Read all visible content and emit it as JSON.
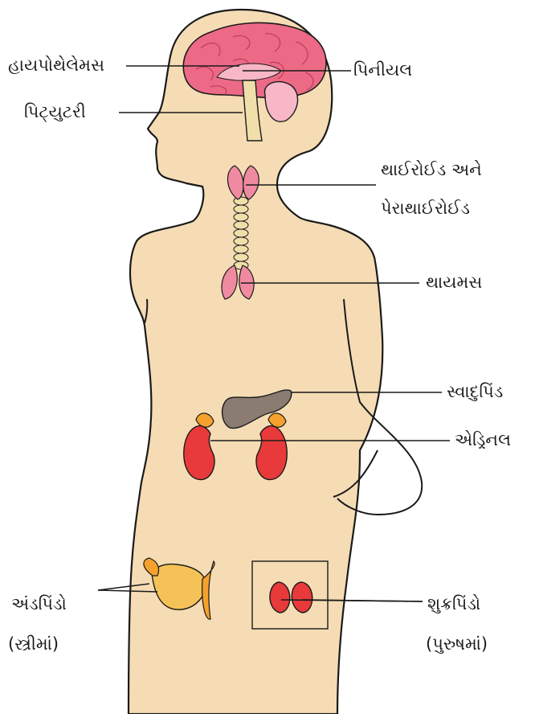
{
  "colors": {
    "skin": "#f5dcb4",
    "outline": "#1a1a1a",
    "brain": "#ec6a86",
    "brain_light": "#f7b7c6",
    "spine": "#f0dfaa",
    "gland_red": "#e83a3a",
    "gland_orange": "#f6a12d",
    "pancreas": "#8a7c70",
    "ovary": "#f4c257"
  },
  "labels": {
    "hypothalamus": "હાયપોથેલેમસ",
    "pineal": "પિનીયલ",
    "pituitary": "પિટ્યુટરી",
    "thyroid_line1": "થાઈરોઈડ અને",
    "thyroid_line2": "પેરાથાઈરોઈડ",
    "thymus": "થાયમસ",
    "pancreas": "સ્વાદુપિંડ",
    "adrenal": "એડ્રિનલ",
    "ovary_line1": "અંડપિંડો",
    "ovary_line2": "(સ્ત્રીમાં)",
    "testis_line1": "શુક્રપિંડો",
    "testis_line2": "(પુરુષમાં)"
  }
}
